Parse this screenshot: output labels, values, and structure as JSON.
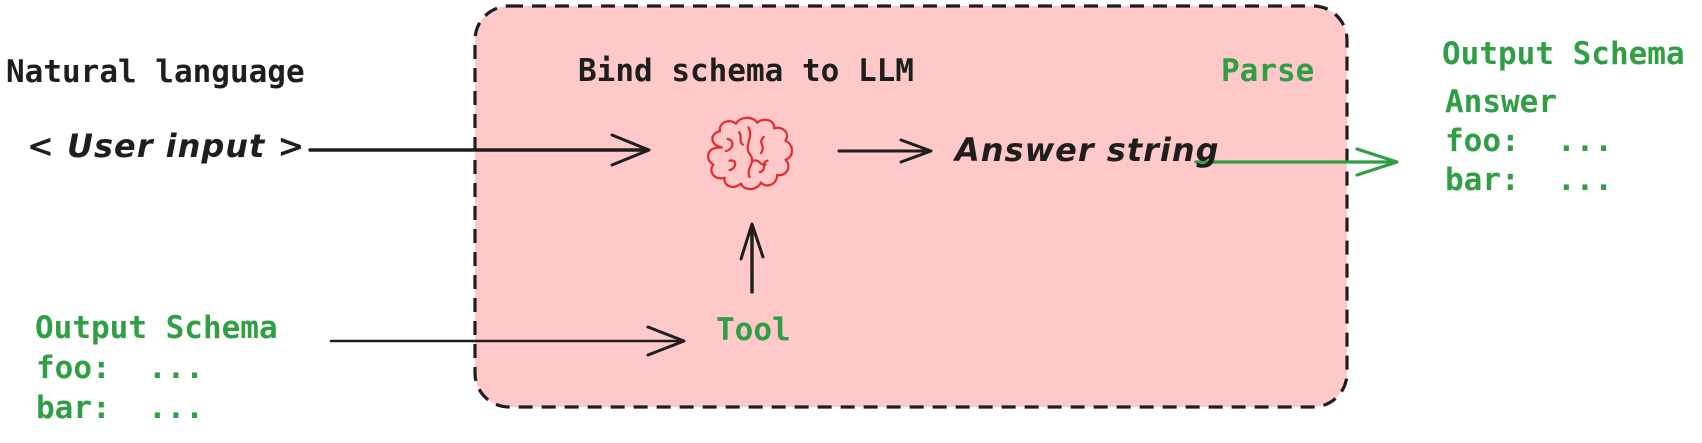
{
  "colors": {
    "background": "#ffffff",
    "box_fill": "#ffc9c9",
    "stroke_black": "#1e1e1e",
    "green": "#2f9e44",
    "brain_red": "#e03131"
  },
  "left_input": {
    "title": "Natural language",
    "user_input": "< User input >"
  },
  "bind_box": {
    "title": "Bind schema to LLM",
    "parse_label": "Parse",
    "answer_string": "Answer string",
    "tool_label": "Tool",
    "brain_icon": "brain-icon"
  },
  "input_schema": {
    "title": "Output Schema",
    "foo_line": "foo:  ...",
    "bar_line": "bar:  ..."
  },
  "output_result": {
    "title": "Output Schema",
    "answer_label": "Answer",
    "foo_line": "foo:  ...",
    "bar_line": "bar:  ..."
  }
}
